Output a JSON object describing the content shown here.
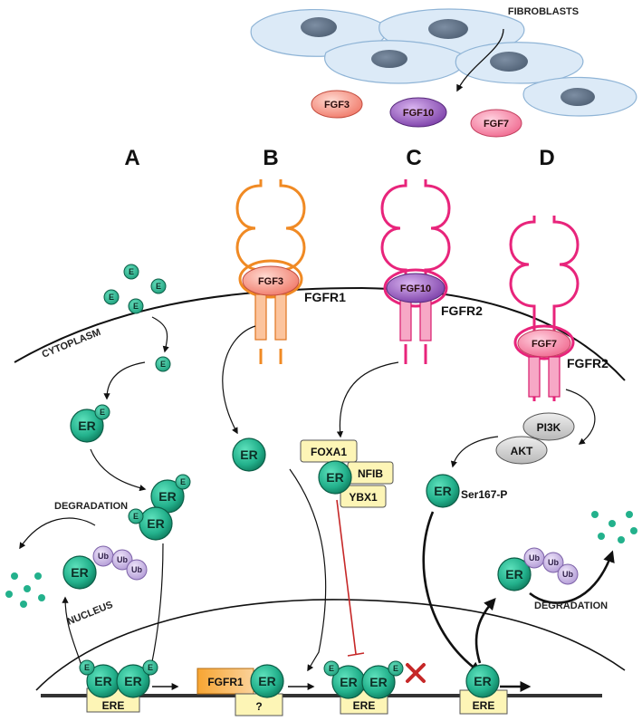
{
  "stroma": {
    "fibroblasts": "FIBROBLASTS"
  },
  "ligands": {
    "fgf3": "FGF3",
    "fgf10": "FGF10",
    "fgf7": "FGF7"
  },
  "panels": {
    "a": "A",
    "b": "B",
    "c": "C",
    "d": "D"
  },
  "receptors": {
    "fgfr1": "FGFR1",
    "fgfr2_c": "FGFR2",
    "fgfr2_d": "FGFR2"
  },
  "compartments": {
    "cytoplasm": "CYTOPLASM",
    "nucleus": "NUCLEUS"
  },
  "molecules": {
    "er": "ER",
    "estrogen": "E",
    "ub": "Ub",
    "ere": "ERE",
    "pi3k": "PI3K",
    "akt": "AKT",
    "ser167": "Ser167-P",
    "foxa1": "FOXA1",
    "nfib": "NFIB",
    "ybx1": "YBX1",
    "fgfr1_nuclear": "FGFR1",
    "unknown": "?"
  },
  "processes": {
    "degradation_a": "DEGRADATION",
    "degradation_d": "DEGRADATION"
  },
  "colors": {
    "er_green": "#23b18c",
    "estrogen_green": "#27b38f",
    "ubiquitin": "#c7b3e3",
    "fgfr1_orange": "#f08a24",
    "fgfr2_pink": "#e8247b",
    "ere_yellow": "#fdf5b6",
    "inhibit_red": "#c62828"
  }
}
